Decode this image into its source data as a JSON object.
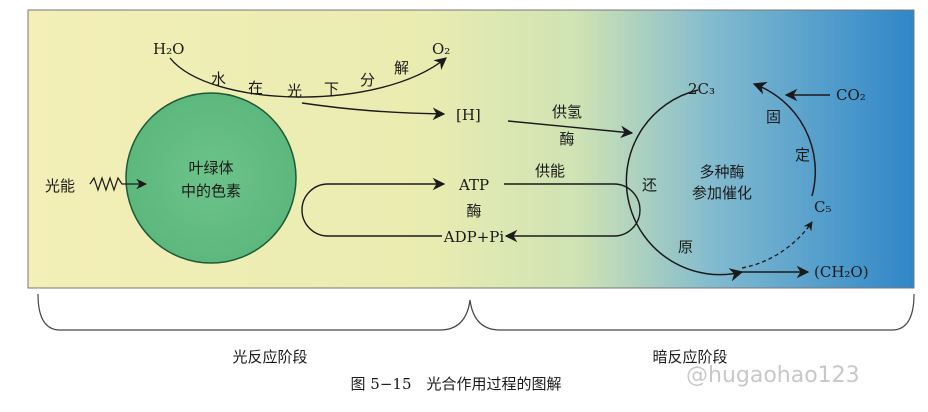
{
  "colors": {
    "bg_left": "#f3efb7",
    "bg_mid": "#e9ecb0",
    "bg_right": "#2f86c8",
    "circle_fill": "#5db87d",
    "circle_stroke": "#1d5a38",
    "ink": "#1a1a1a"
  },
  "light_reaction": {
    "water": "H₂O",
    "water_split_chars": [
      "水",
      "在",
      "光",
      "下",
      "分",
      "解"
    ],
    "oxygen": "O₂",
    "hydrogen": "[H]",
    "light_energy": "光能",
    "pigment_line1": "叶绿体",
    "pigment_line2": "中的色素",
    "atp": "ATP",
    "enzyme": "酶",
    "adp": "ADP+Pi",
    "section_label": "光反应阶段"
  },
  "transfer": {
    "supply_h_line1": "供氢",
    "supply_h_line2": "酶",
    "supply_energy": "供能"
  },
  "dark_reaction": {
    "c3": "2C₃",
    "co2": "CO₂",
    "fix_chars": [
      "固",
      "定"
    ],
    "c5": "C₅",
    "reduce_chars": [
      "还",
      "原"
    ],
    "enzymes_line1": "多种酶",
    "enzymes_line2": "参加催化",
    "product": "(CH₂O)",
    "section_label": "暗反应阶段"
  },
  "caption": "图 5−15　光合作用过程的图解",
  "watermark": "@hugaohao123"
}
